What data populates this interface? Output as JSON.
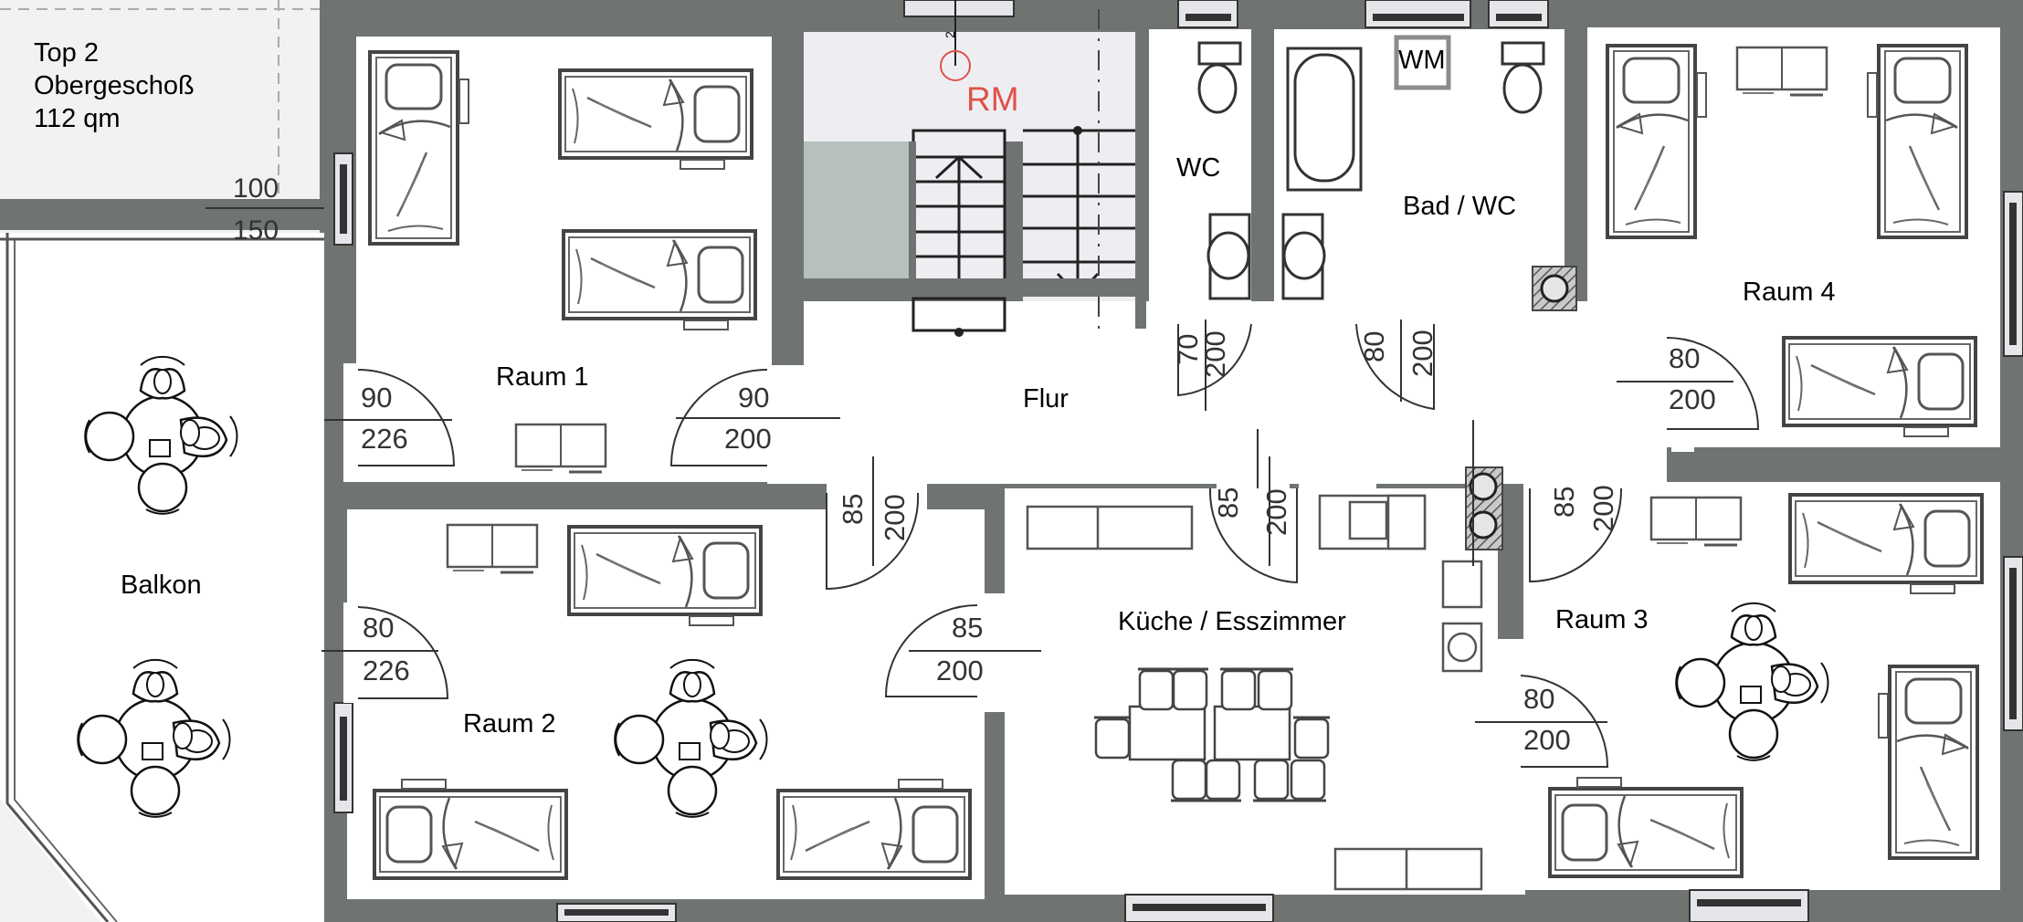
{
  "title_block": {
    "line1": "Top 2",
    "line2": "Obergeschoß",
    "line3": "112 qm"
  },
  "colors": {
    "wall": "#6f7471",
    "room_fill": "#ffffff",
    "outside_fill": "#f2f2f4",
    "stair_fill": "#eeeef2",
    "shaft_fill": "#b7c0bd",
    "annotation_red": "#e0504a",
    "furniture_line": "#333333"
  },
  "rooms": {
    "raum1": "Raum 1",
    "raum2": "Raum 2",
    "raum3": "Raum 3",
    "raum4": "Raum 4",
    "flur": "Flur",
    "kueche": "Küche / Esszimmer",
    "wc": "WC",
    "bad": "Bad / WC",
    "balkon": "Balkon"
  },
  "annotations": {
    "rm": "RM",
    "wm": "WM",
    "stair_number": "2"
  },
  "level_marks": {
    "upper": "100",
    "lower": "150"
  },
  "doors": [
    {
      "id": "raum1-balkon",
      "width": "90",
      "height": "226"
    },
    {
      "id": "raum1-flur",
      "width": "90",
      "height": "200"
    },
    {
      "id": "wc",
      "width": "70",
      "height": "200"
    },
    {
      "id": "bad",
      "width": "80",
      "height": "200"
    },
    {
      "id": "raum4",
      "width": "80",
      "height": "200"
    },
    {
      "id": "flur-raum2",
      "width": "85",
      "height": "200"
    },
    {
      "id": "kueche-top",
      "width": "85",
      "height": "200"
    },
    {
      "id": "raum3-top",
      "width": "85",
      "height": "200"
    },
    {
      "id": "raum2-balkon",
      "width": "80",
      "height": "226"
    },
    {
      "id": "raum2-kueche",
      "width": "85",
      "height": "200"
    },
    {
      "id": "raum3-kueche",
      "width": "80",
      "height": "200"
    }
  ]
}
